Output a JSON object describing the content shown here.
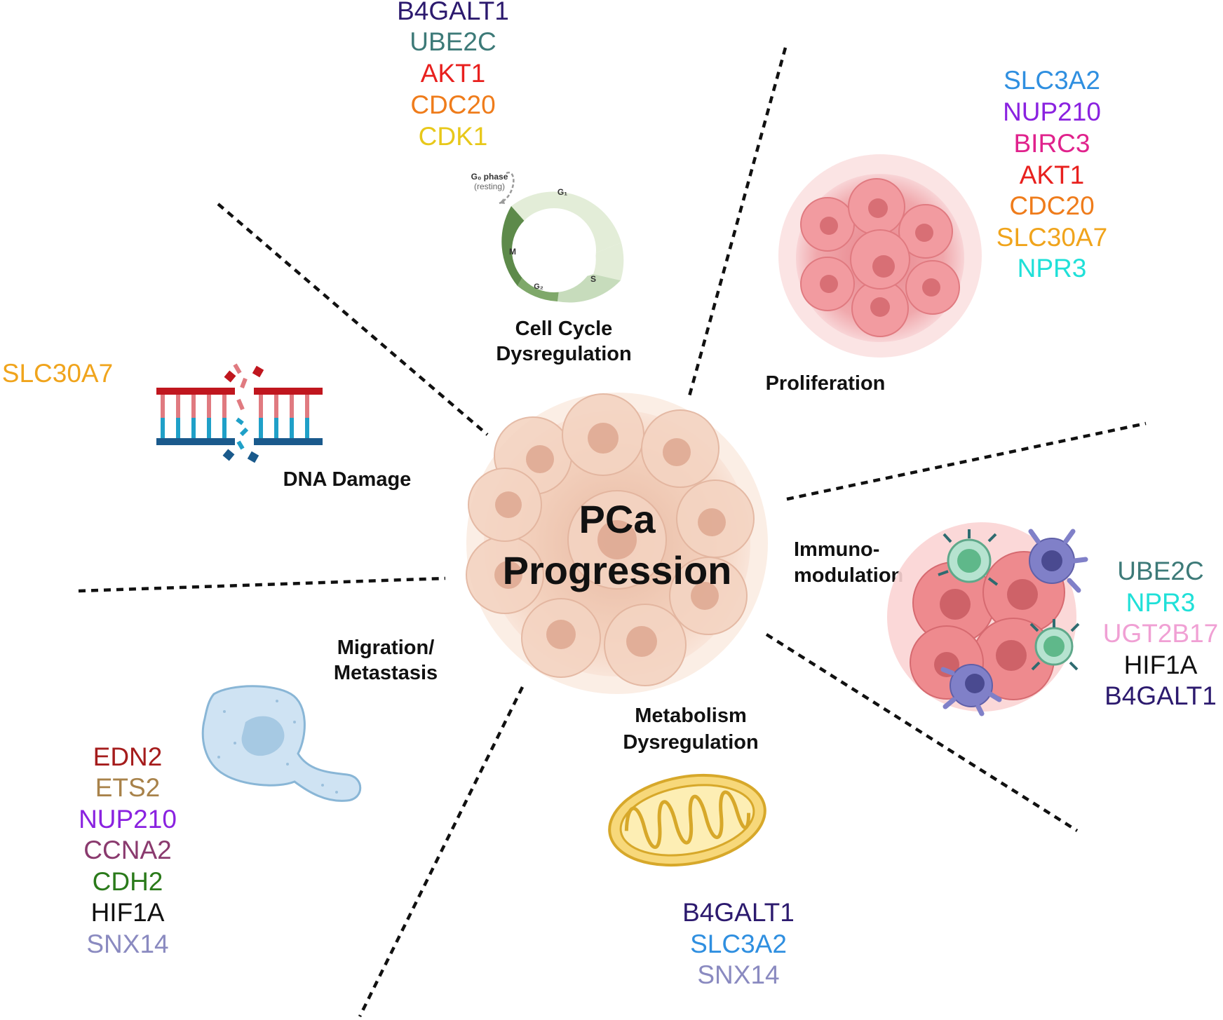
{
  "center_title": {
    "line1": "PCa",
    "line2": "Progression"
  },
  "categories": {
    "cell_cycle": {
      "label_line1": "Cell Cycle",
      "label_line2": "Dysregulation",
      "genes": [
        {
          "name": "B4GALT1",
          "color": "#2c1a6e"
        },
        {
          "name": "UBE2C",
          "color": "#3d7a78"
        },
        {
          "name": "AKT1",
          "color": "#e8201e"
        },
        {
          "name": "CDC20",
          "color": "#ef7c1b"
        },
        {
          "name": "CDK1",
          "color": "#e8c81a"
        }
      ],
      "diagram": {
        "g0_label": "G₀ phase",
        "g0_sub": "(resting)",
        "g1": "G₁",
        "s": "S",
        "g2": "G₂",
        "m": "M"
      }
    },
    "proliferation": {
      "label": "Proliferation",
      "genes": [
        {
          "name": "SLC3A2",
          "color": "#2f8fe0"
        },
        {
          "name": "NUP210",
          "color": "#8a22e0"
        },
        {
          "name": "BIRC3",
          "color": "#e0228c"
        },
        {
          "name": "AKT1",
          "color": "#e8201e"
        },
        {
          "name": "CDC20",
          "color": "#ef7c1b"
        },
        {
          "name": "SLC30A7",
          "color": "#f0a41c"
        },
        {
          "name": "NPR3",
          "color": "#1fe0d8"
        }
      ]
    },
    "dna_damage": {
      "label": "DNA Damage",
      "genes": [
        {
          "name": "SLC30A7",
          "color": "#f0a41c"
        }
      ]
    },
    "immunomodulation": {
      "label_line1": "Immuno-",
      "label_line2": "modulation",
      "genes": [
        {
          "name": "UBE2C",
          "color": "#3d7a78"
        },
        {
          "name": "NPR3",
          "color": "#1fe0d8"
        },
        {
          "name": "UGT2B17",
          "color": "#f0a0d4"
        },
        {
          "name": "HIF1A",
          "color": "#111111"
        },
        {
          "name": "B4GALT1",
          "color": "#2c1a6e"
        }
      ]
    },
    "migration": {
      "label_line1": "Migration/",
      "label_line2": "Metastasis",
      "genes": [
        {
          "name": "EDN2",
          "color": "#a51c1c"
        },
        {
          "name": "ETS2",
          "color": "#a8824a"
        },
        {
          "name": "NUP210",
          "color": "#8a22e0"
        },
        {
          "name": "CCNA2",
          "color": "#8a3a6e"
        },
        {
          "name": "CDH2",
          "color": "#2a7a1a"
        },
        {
          "name": "HIF1A",
          "color": "#111111"
        },
        {
          "name": "SNX14",
          "color": "#8a8ac0"
        }
      ]
    },
    "metabolism": {
      "label_line1": "Metabolism",
      "label_line2": "Dysregulation",
      "genes": [
        {
          "name": "B4GALT1",
          "color": "#2c1a6e"
        },
        {
          "name": "SLC3A2",
          "color": "#2f8fe0"
        },
        {
          "name": "SNX14",
          "color": "#8a8ac0"
        }
      ]
    }
  }
}
